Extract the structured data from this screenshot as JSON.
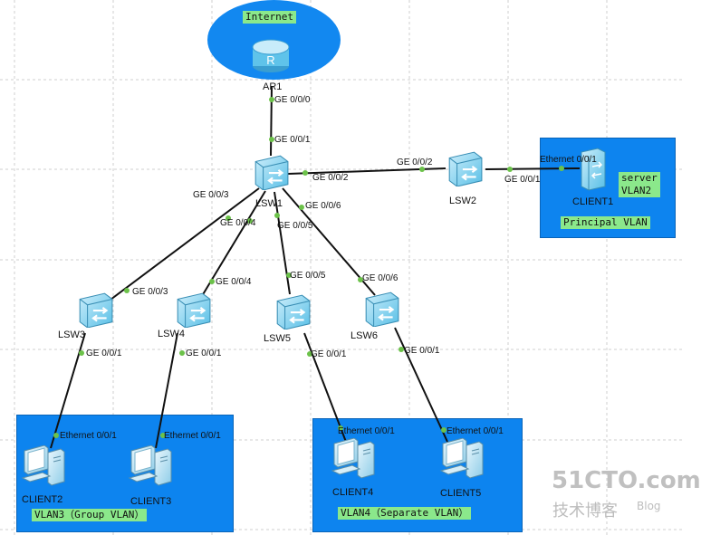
{
  "colors": {
    "zone": "#0d84ef",
    "tag": "#8be88b",
    "link": "#111111",
    "port_dot": "#6cc24a",
    "device": "#7fd3f2"
  },
  "internet": {
    "label": "Internet",
    "router": "AR1"
  },
  "switches": {
    "core": "LSW1",
    "lsw2": "LSW2",
    "lsw3": "LSW3",
    "lsw4": "LSW4",
    "lsw5": "LSW5",
    "lsw6": "LSW6"
  },
  "ports": {
    "ar1_down": "GE 0/0/0",
    "lsw1_up": "GE 0/0/1",
    "lsw1_to_lsw2": "GE 0/0/2",
    "lsw2_up": "GE 0/0/2",
    "lsw2_down": "GE 0/0/1",
    "client1_port": "Ethernet 0/0/1",
    "lsw1_p3": "GE 0/0/3",
    "lsw1_p4": "GE 0/0/4",
    "lsw1_p5": "GE 0/0/5",
    "lsw1_p6": "GE 0/0/6",
    "lsw3_up": "GE 0/0/3",
    "lsw4_up": "GE 0/0/4",
    "lsw5_up": "GE 0/0/5",
    "lsw6_up": "GE 0/0/6",
    "lsw3_down": "GE 0/0/1",
    "lsw4_down": "GE 0/0/1",
    "lsw5_down": "GE 0/0/1",
    "lsw6_down": "GE 0/0/1",
    "client2_port": "Ethernet 0/0/1",
    "client3_port": "Ethernet 0/0/1",
    "client4_port": "Ethernet 0/0/1",
    "client5_port": "Ethernet 0/0/1"
  },
  "clients": {
    "client1": "CLIENT1",
    "client2": "CLIENT2",
    "client3": "CLIENT3",
    "client4": "CLIENT4",
    "client5": "CLIENT5"
  },
  "zones": {
    "principal": {
      "tag": "Principal VLAN",
      "server_line1": "server",
      "server_line2": "VLAN2"
    },
    "group": {
      "tag": "VLAN3（Group VLAN）"
    },
    "separate": {
      "tag": "VLAN4（Separate VLAN）"
    }
  },
  "watermark": {
    "brand": "51CTO.com",
    "sub": "技术博客",
    "blog": "Blog"
  }
}
